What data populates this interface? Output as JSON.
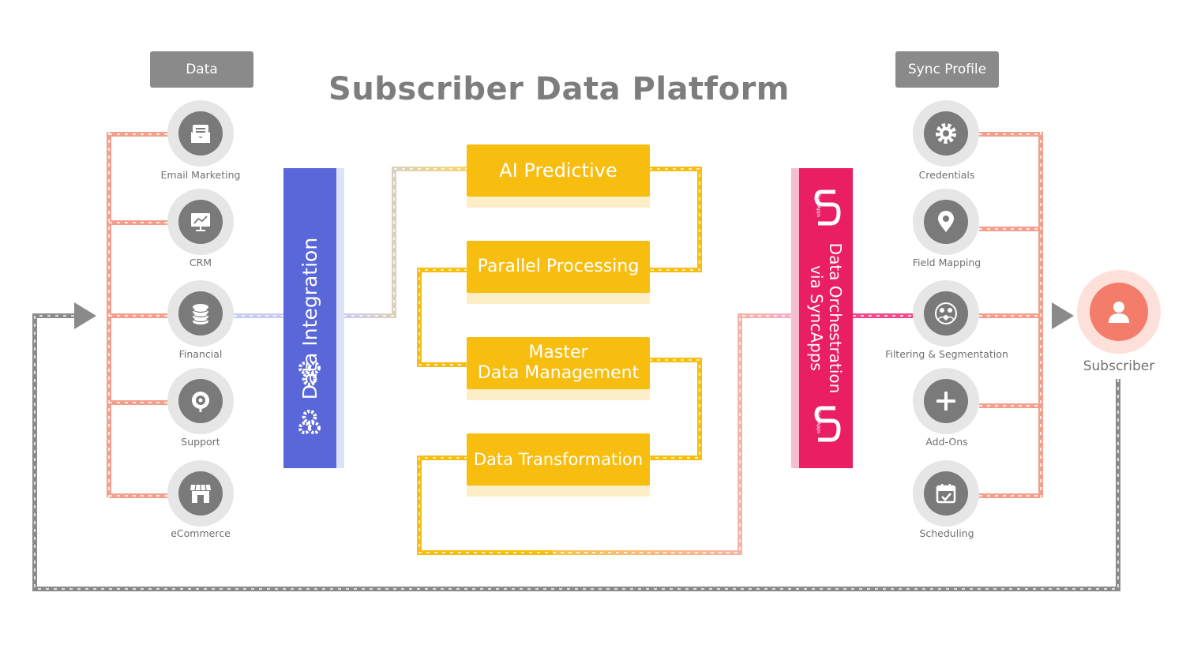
{
  "title": "Subscriber Data Platform",
  "headers": {
    "left": "Data",
    "right": "Sync Profile"
  },
  "sources": [
    {
      "label": "Email Marketing",
      "icon": "email-icon"
    },
    {
      "label": "CRM",
      "icon": "presentation-chart-icon"
    },
    {
      "label": "Financial",
      "icon": "coins-icon"
    },
    {
      "label": "Support",
      "icon": "headset-icon"
    },
    {
      "label": "eCommerce",
      "icon": "storefront-icon"
    }
  ],
  "integration": {
    "label": "Data Integration",
    "icon": "gears-icon"
  },
  "processes": [
    {
      "label": "AI Predictive"
    },
    {
      "label": "Parallel Processing"
    },
    {
      "label": "Master\nData Management"
    },
    {
      "label": "Data Transformation"
    }
  ],
  "orchestration": {
    "line1": "Data Orchestration",
    "line2": "via SyncApps",
    "logo_text": "SyncApps"
  },
  "profile": [
    {
      "label": "Credentials",
      "icon": "gear-icon"
    },
    {
      "label": "Field Mapping",
      "icon": "location-pin-icon"
    },
    {
      "label": "Filtering & Segmentation",
      "icon": "filter-icon"
    },
    {
      "label": "Add-Ons",
      "icon": "plus-icon"
    },
    {
      "label": "Scheduling",
      "icon": "calendar-check-icon"
    }
  ],
  "subscriber": {
    "label": "Subscriber",
    "icon": "user-icon"
  },
  "colors": {
    "gray": "#8a8a8a",
    "coral": "#f29a86",
    "blue": "#5a67d8",
    "yellow": "#f7bd0f",
    "pink": "#e91e63",
    "subscriber": "#f47c6a"
  }
}
